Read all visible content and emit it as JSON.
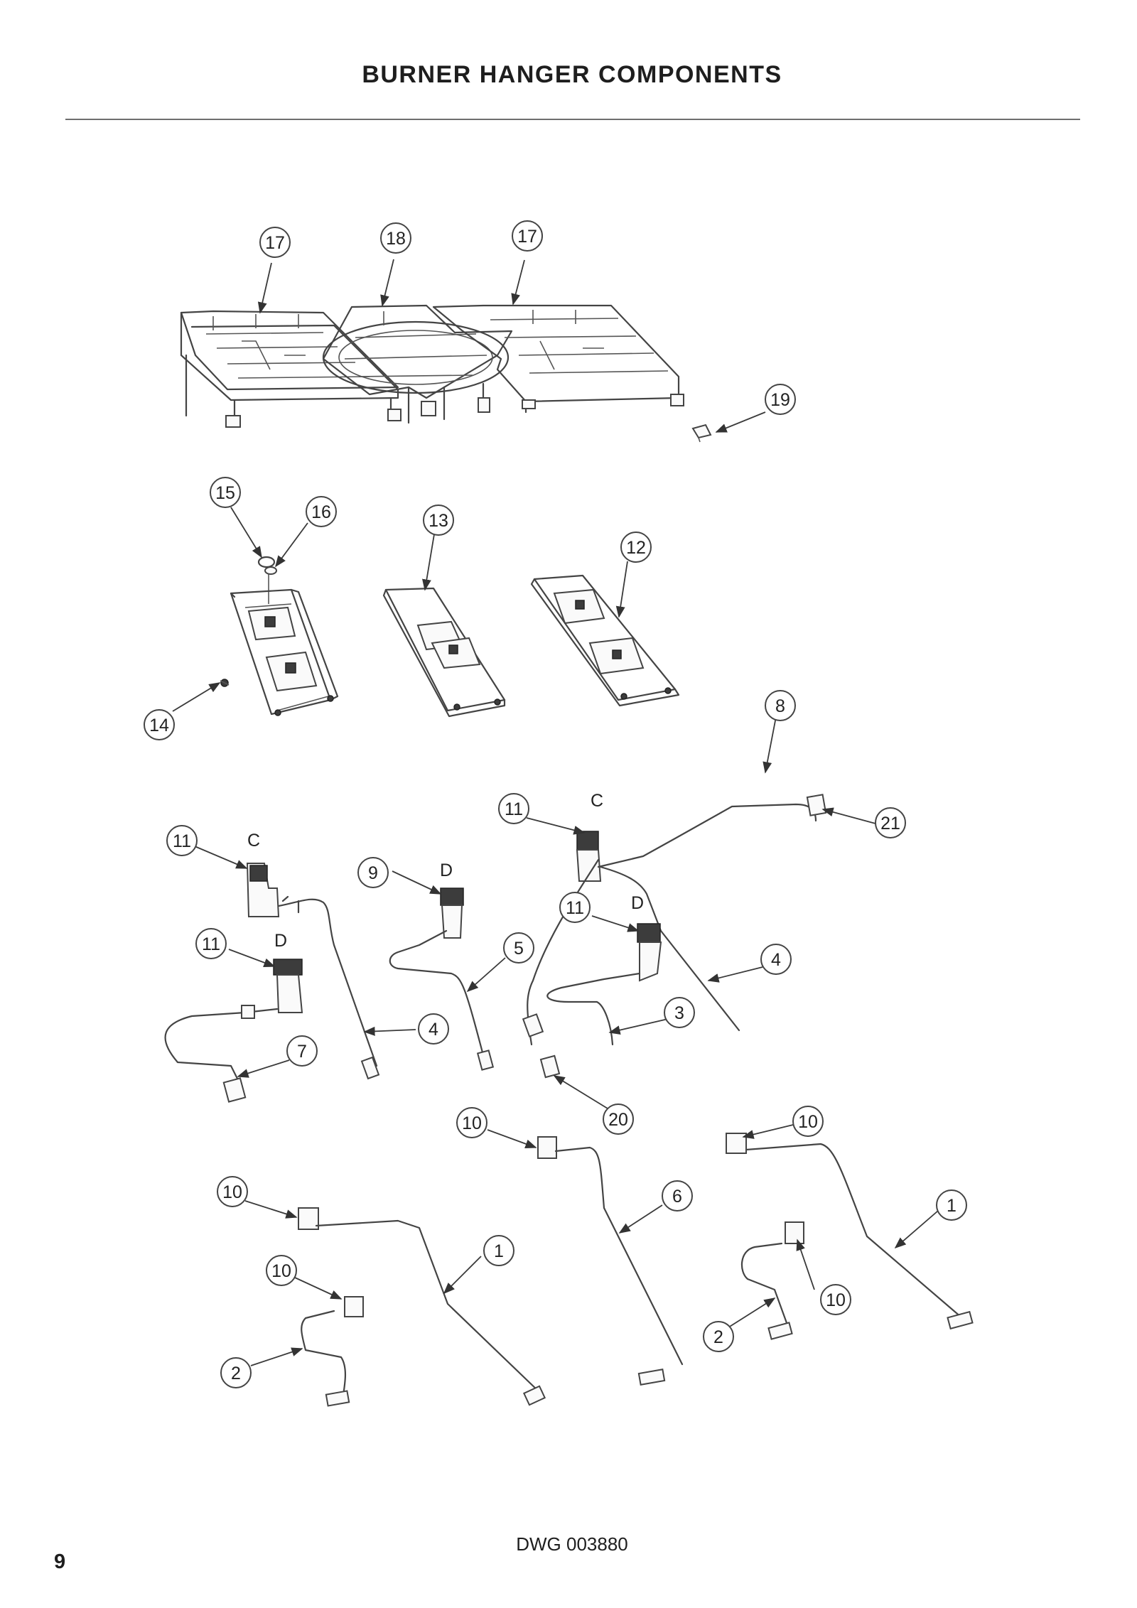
{
  "title": "BURNER HANGER COMPONENTS",
  "drawing_number": "DWG 003880",
  "page_number": "9",
  "variant_letters": [
    "C",
    "D",
    "C",
    "D",
    "D"
  ],
  "callouts": [
    "17",
    "18",
    "17",
    "19",
    "15",
    "16",
    "13",
    "12",
    "14",
    "8",
    "11",
    "21",
    "11",
    "9",
    "11",
    "11",
    "5",
    "4",
    "4",
    "3",
    "7",
    "20",
    "10",
    "10",
    "6",
    "1",
    "10",
    "10",
    "1",
    "2",
    "10",
    "2"
  ]
}
